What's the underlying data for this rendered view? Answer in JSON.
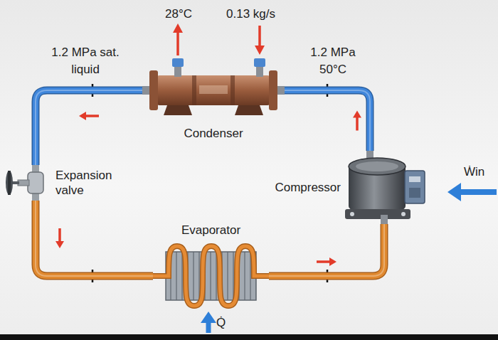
{
  "diagram": {
    "nodes": [
      {
        "text": [
          "Condenser"
        ]
      },
      {
        "text": [
          "Expansion valve"
        ]
      },
      {
        "text": [
          "Compressor"
        ]
      },
      {
        "text": [
          "Evaporator"
        ]
      }
    ],
    "edges": [
      {
        "from": 2,
        "to": 0,
        "arrow": "to"
      },
      {
        "from": 0,
        "to": 1,
        "arrow": "to"
      },
      {
        "from": 1,
        "to": 3,
        "arrow": "to"
      },
      {
        "from": 3,
        "to": 2,
        "arrow": "to"
      }
    ],
    "labels": [
      "28°C",
      "0.13 kg/s",
      "1.2 MPa sat. liquid",
      "1.2 MPa 50°C",
      "Ẇin",
      "Q̇"
    ]
  }
}
